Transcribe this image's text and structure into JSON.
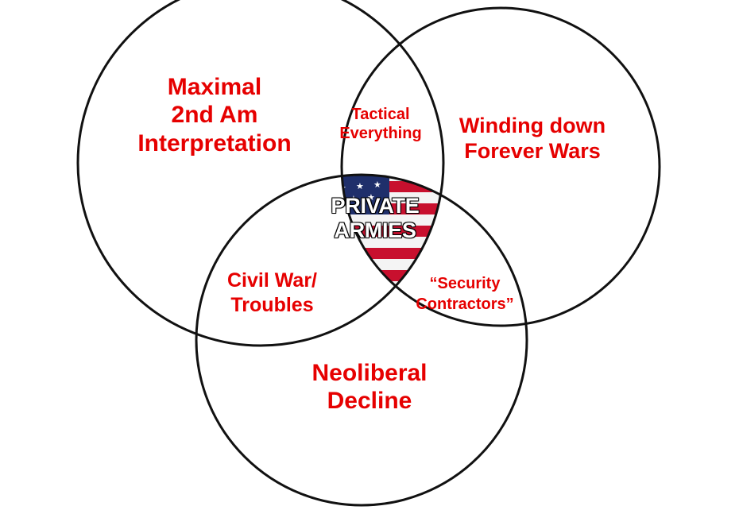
{
  "regions": {
    "left": {
      "lines": [
        "Maximal",
        "2nd Am",
        "Interpretation"
      ]
    },
    "right": {
      "lines": [
        "Winding down",
        "Forever Wars"
      ]
    },
    "bottom": {
      "lines": [
        "Neoliberal",
        "Decline"
      ]
    },
    "left_right_overlap": {
      "lines": [
        "Tactical",
        "Everything"
      ]
    },
    "left_bottom_overlap": {
      "lines": [
        "Civil War/",
        "Troubles"
      ]
    },
    "right_bottom_overlap": {
      "lines": [
        "“Security",
        "Contractors”"
      ]
    },
    "center": {
      "lines": [
        "PRIVATE",
        "ARMIES"
      ]
    }
  },
  "colors": {
    "label": "#e60000",
    "outline": "#111111",
    "center_text": "#ffffff",
    "flag_red": "#c8102e",
    "flag_white": "#f4f4f4",
    "flag_blue": "#1f2f6b"
  },
  "icons": {
    "center_fill": "american-flag"
  }
}
